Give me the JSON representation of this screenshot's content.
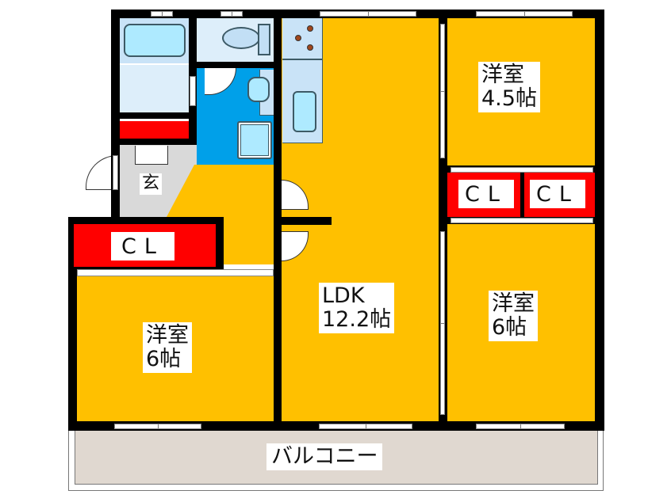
{
  "floorplan": {
    "rooms": [
      {
        "id": "western-room-north",
        "name": "洋室",
        "size": "4.5帖"
      },
      {
        "id": "western-room-east",
        "name": "洋室",
        "size": "6帖"
      },
      {
        "id": "western-room-west",
        "name": "洋室",
        "size": "6帖"
      },
      {
        "id": "ldk",
        "name": "LDK",
        "size": "12.2帖"
      },
      {
        "id": "entrance",
        "name": "玄"
      },
      {
        "id": "balcony",
        "name": "バルコニー"
      }
    ],
    "labels": {
      "room_north": "洋室\n4.5帖",
      "room_east": "洋室\n6帖",
      "room_west": "洋室\n6帖",
      "ldk": "LDK\n12.2帖",
      "entrance": "玄",
      "balcony": "バルコニー",
      "closet_west": "CL",
      "closet_mid_left": "CL",
      "closet_mid_right": "CL"
    },
    "colors": {
      "room_fill": "#ffc000",
      "wall": "#000000",
      "closet": "#ff0000",
      "wet_area": "#c9e3f7",
      "washroom": "#00a0e9",
      "fixture": "#aeeaff",
      "entrance": "#d9d9d9",
      "balcony": "#e0d8d0"
    }
  }
}
